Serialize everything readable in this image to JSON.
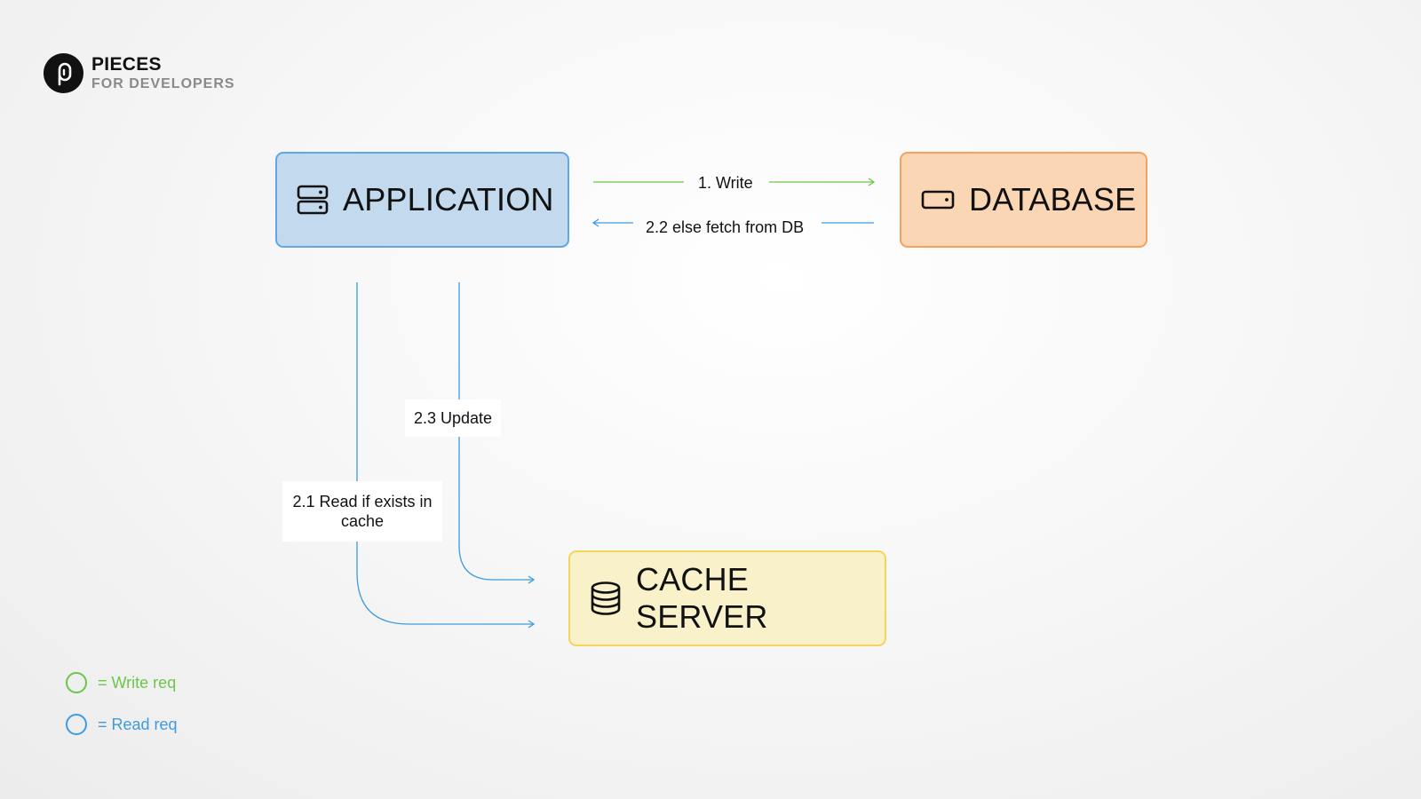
{
  "logo": {
    "title": "PIECES",
    "subtitle": "FOR DEVELOPERS"
  },
  "nodes": {
    "application": {
      "label": "APPLICATION",
      "icon": "server-icon"
    },
    "database": {
      "label": "DATABASE",
      "icon": "hard-drive-icon"
    },
    "cache": {
      "label": "CACHE SERVER",
      "icon": "database-stack-icon"
    }
  },
  "edges": {
    "write": {
      "label": "1. Write"
    },
    "fetch": {
      "label": "2.2 else fetch from DB"
    },
    "update": {
      "label": "2.3 Update"
    },
    "read": {
      "label": "2.1 Read if exists in cache"
    }
  },
  "legend": {
    "write": {
      "label": "= Write req",
      "color": "#6cc64a"
    },
    "read": {
      "label": "= Read req",
      "color": "#3e9be0"
    }
  },
  "colors": {
    "application_fill": "#c2d9ee",
    "database_fill": "#fbd6b5",
    "cache_fill": "#f9f1c9"
  }
}
